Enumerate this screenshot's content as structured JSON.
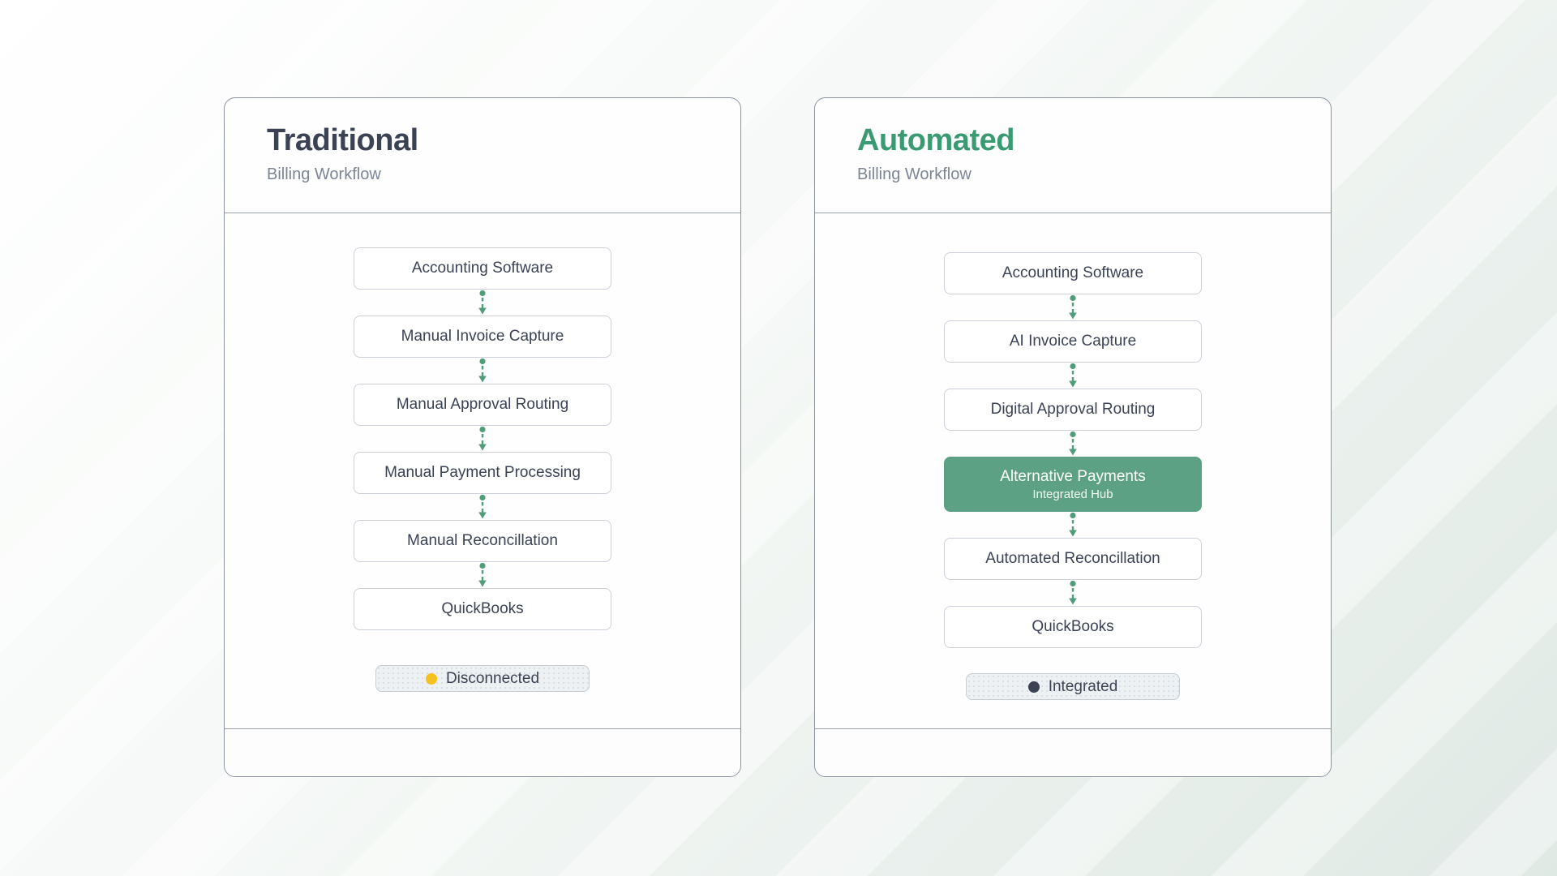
{
  "colors": {
    "accent_green": "#5ca183",
    "arrow_green": "#4f9e79",
    "title_dark": "#3b4254",
    "title_green": "#3a9a72",
    "subtitle_gray": "#7d8595",
    "disconnected_dot": "#f5c11e",
    "integrated_dot": "#3b4254",
    "background_start": "#ffffff",
    "background_end": "#dfe9e4"
  },
  "icons": {
    "flow_arrow": "dotted-arrow-down-icon",
    "status_dot": "status-dot-icon"
  },
  "cards": [
    {
      "id": "traditional",
      "title": "Traditional",
      "title_color": "#3b4254",
      "subtitle": "Billing Workflow",
      "steps": [
        {
          "label": "Accounting Software",
          "highlighted": false
        },
        {
          "label": "Manual Invoice Capture",
          "highlighted": false
        },
        {
          "label": "Manual Approval Routing",
          "highlighted": false
        },
        {
          "label": "Manual Payment Processing",
          "highlighted": false
        },
        {
          "label": "Manual Reconcillation",
          "highlighted": false
        },
        {
          "label": "QuickBooks",
          "highlighted": false
        }
      ],
      "status": {
        "label": "Disconnected",
        "dot_color": "#f5c11e"
      }
    },
    {
      "id": "automated",
      "title": "Automated",
      "title_color": "#3a9a72",
      "subtitle": "Billing Workflow",
      "steps": [
        {
          "label": "Accounting Software",
          "highlighted": false
        },
        {
          "label": "AI Invoice Capture",
          "highlighted": false
        },
        {
          "label": "Digital Approval Routing",
          "highlighted": false
        },
        {
          "label": "Alternative Payments",
          "sublabel": "Integrated Hub",
          "highlighted": true
        },
        {
          "label": "Automated Reconcillation",
          "highlighted": false
        },
        {
          "label": "QuickBooks",
          "highlighted": false
        }
      ],
      "status": {
        "label": "Integrated",
        "dot_color": "#3b4254"
      }
    }
  ]
}
